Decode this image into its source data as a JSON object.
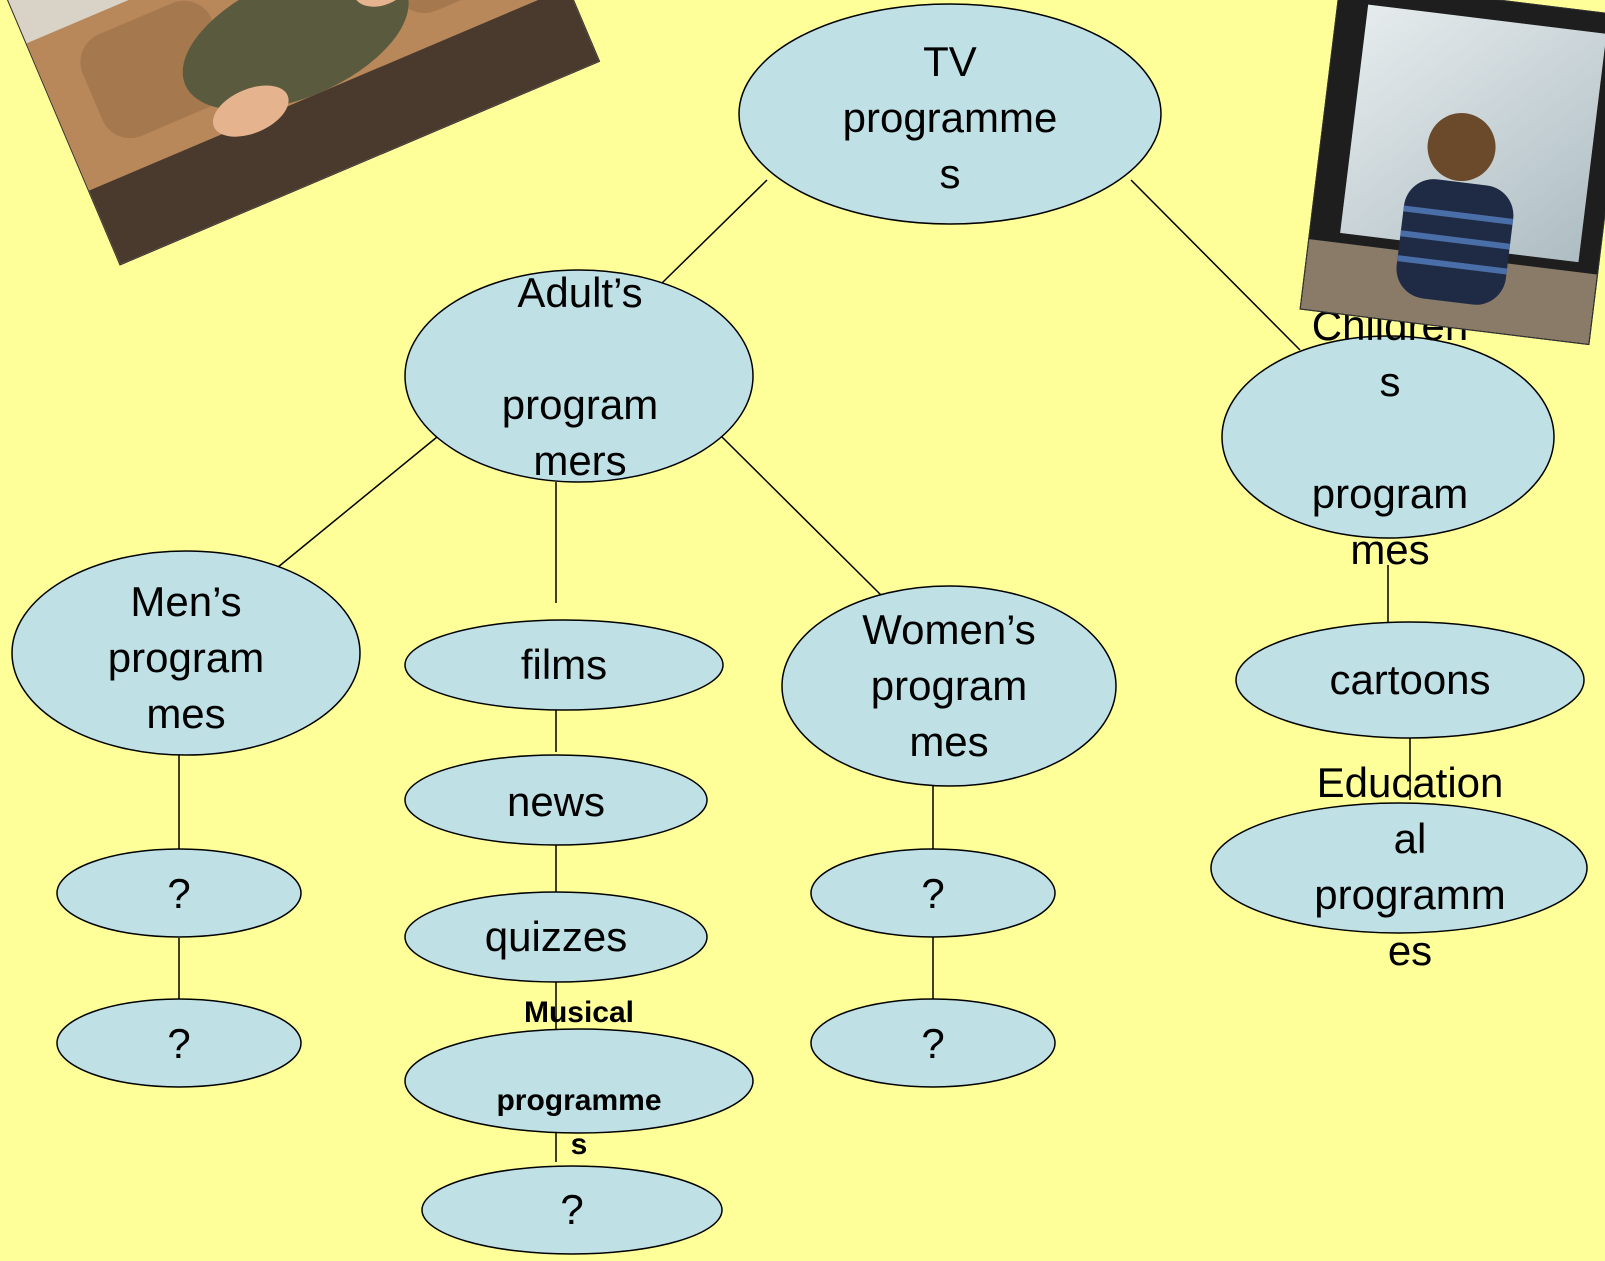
{
  "nodes": {
    "tv": "TV\nprogramme\ns",
    "adult": "Adult’s\n\nprogram\nmers",
    "children": "Children\ns\n\nprogram\nmes",
    "men": "Men’s\nprogram\nmes",
    "women": "Women’s\nprogram\nmes",
    "films": "films",
    "news": "news",
    "quizzes": "quizzes",
    "musical": "Musical\n\nprogramme\ns",
    "adult_unknown": "?",
    "men_q1": "?",
    "men_q2": "?",
    "women_q1": "?",
    "women_q2": "?",
    "cartoons": "cartoons",
    "educational": "Education\nal\nprogramm\nes"
  },
  "colors": {
    "background": "#ffff99",
    "node_fill": "#bfe1e5",
    "stroke": "#000000"
  },
  "images": {
    "left_photo": "man-on-couch-with-remote",
    "right_photo": "boy-watching-tv"
  }
}
